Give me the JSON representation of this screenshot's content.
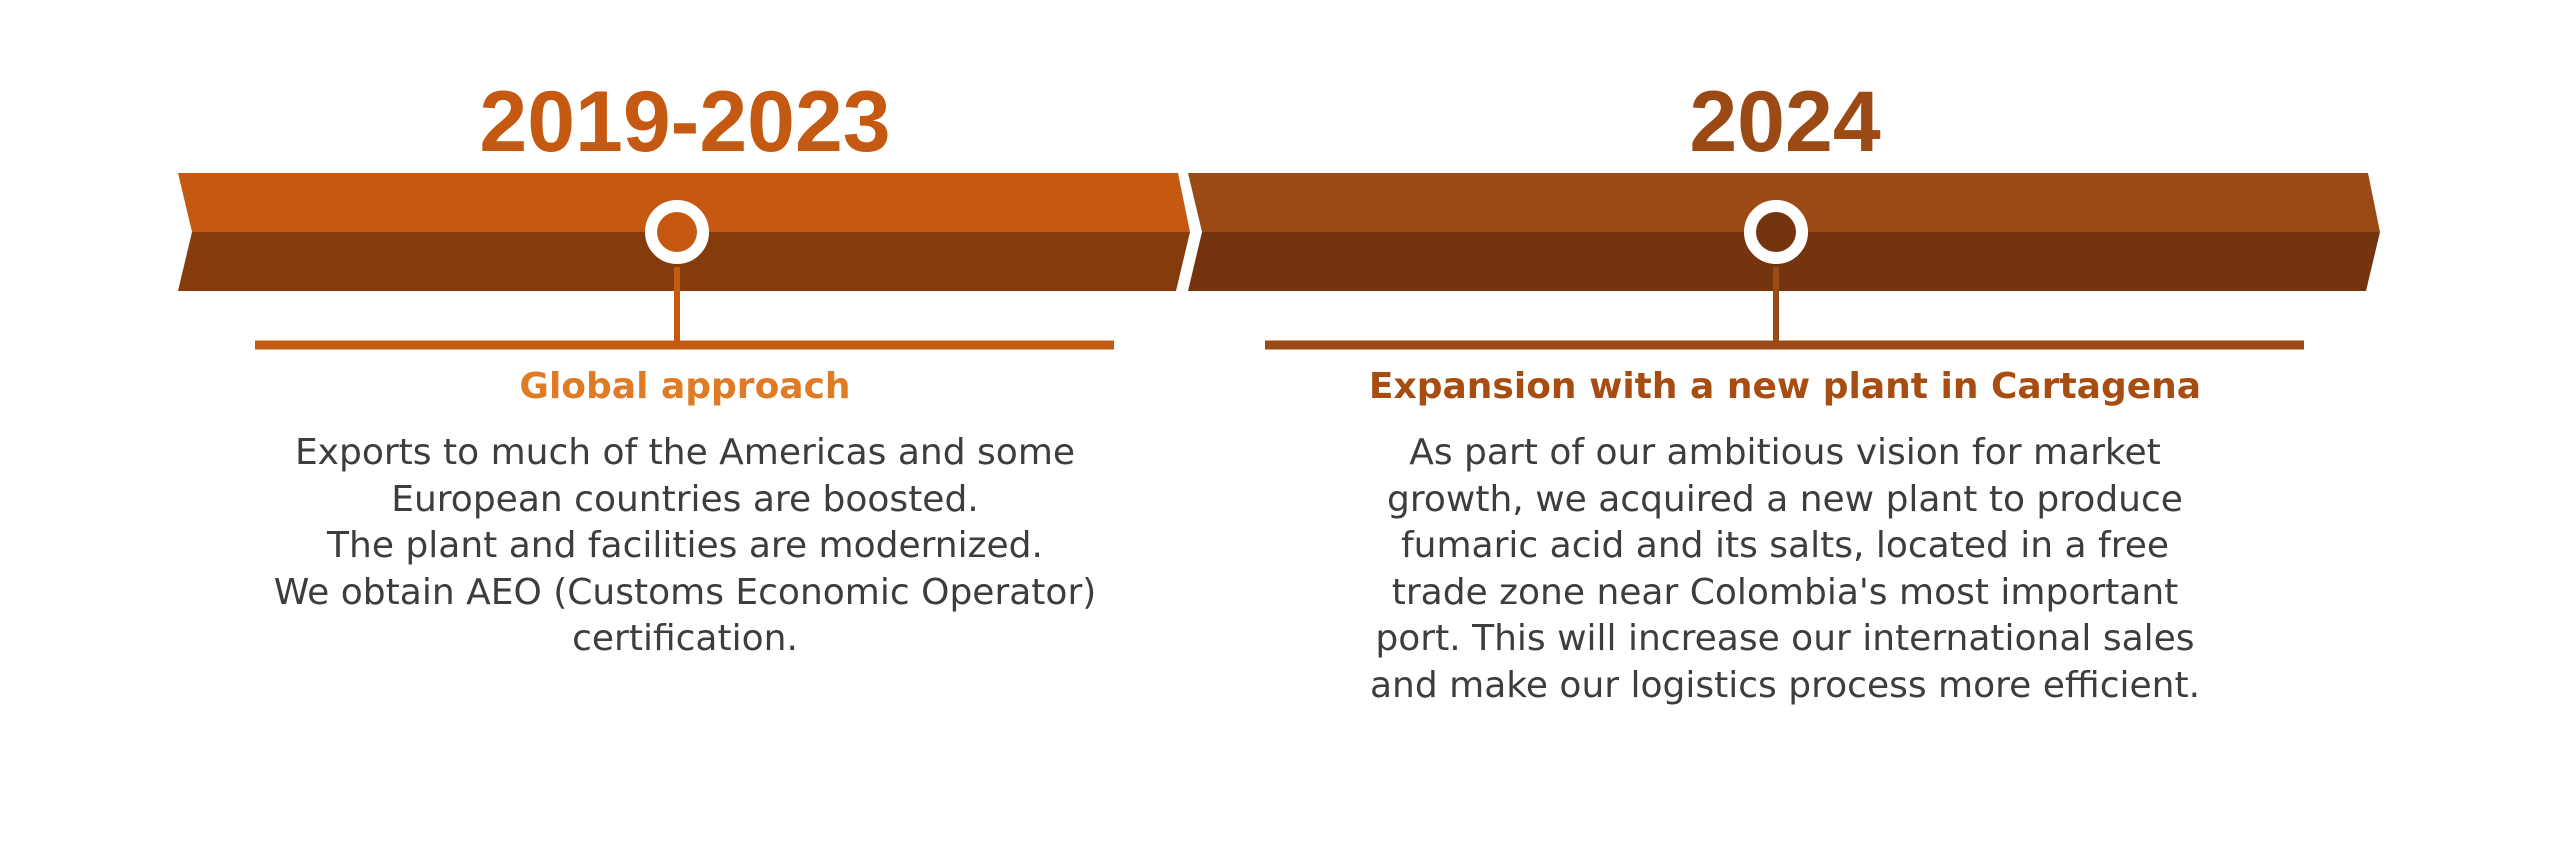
{
  "colors": {
    "period_1_top": "#c65911",
    "period_1_bottom": "#843c0c",
    "period_2_top": "#9c4a15",
    "period_2_bottom": "#74340d",
    "body_text": "#3d3d3d",
    "heading_1": "#e07b25",
    "heading_2": "#a84d12"
  },
  "periods": [
    {
      "year": "2019-2023",
      "heading": "Global approach",
      "body_lines": [
        "Exports to much of the Americas and some",
        "European countries are boosted.",
        "The plant and facilities are modernized.",
        "We obtain AEO (Customs Economic Operator)",
        "certification."
      ]
    },
    {
      "year": "2024",
      "heading": "Expansion with a new plant in Cartagena",
      "body_lines": [
        "As part of our ambitious vision for market",
        "growth, we acquired a new plant to produce",
        "fumaric acid and its salts, located in a free",
        "trade zone near Colombia's most important",
        "port. This will increase our international sales",
        "and make our logistics process more efficient."
      ]
    }
  ]
}
